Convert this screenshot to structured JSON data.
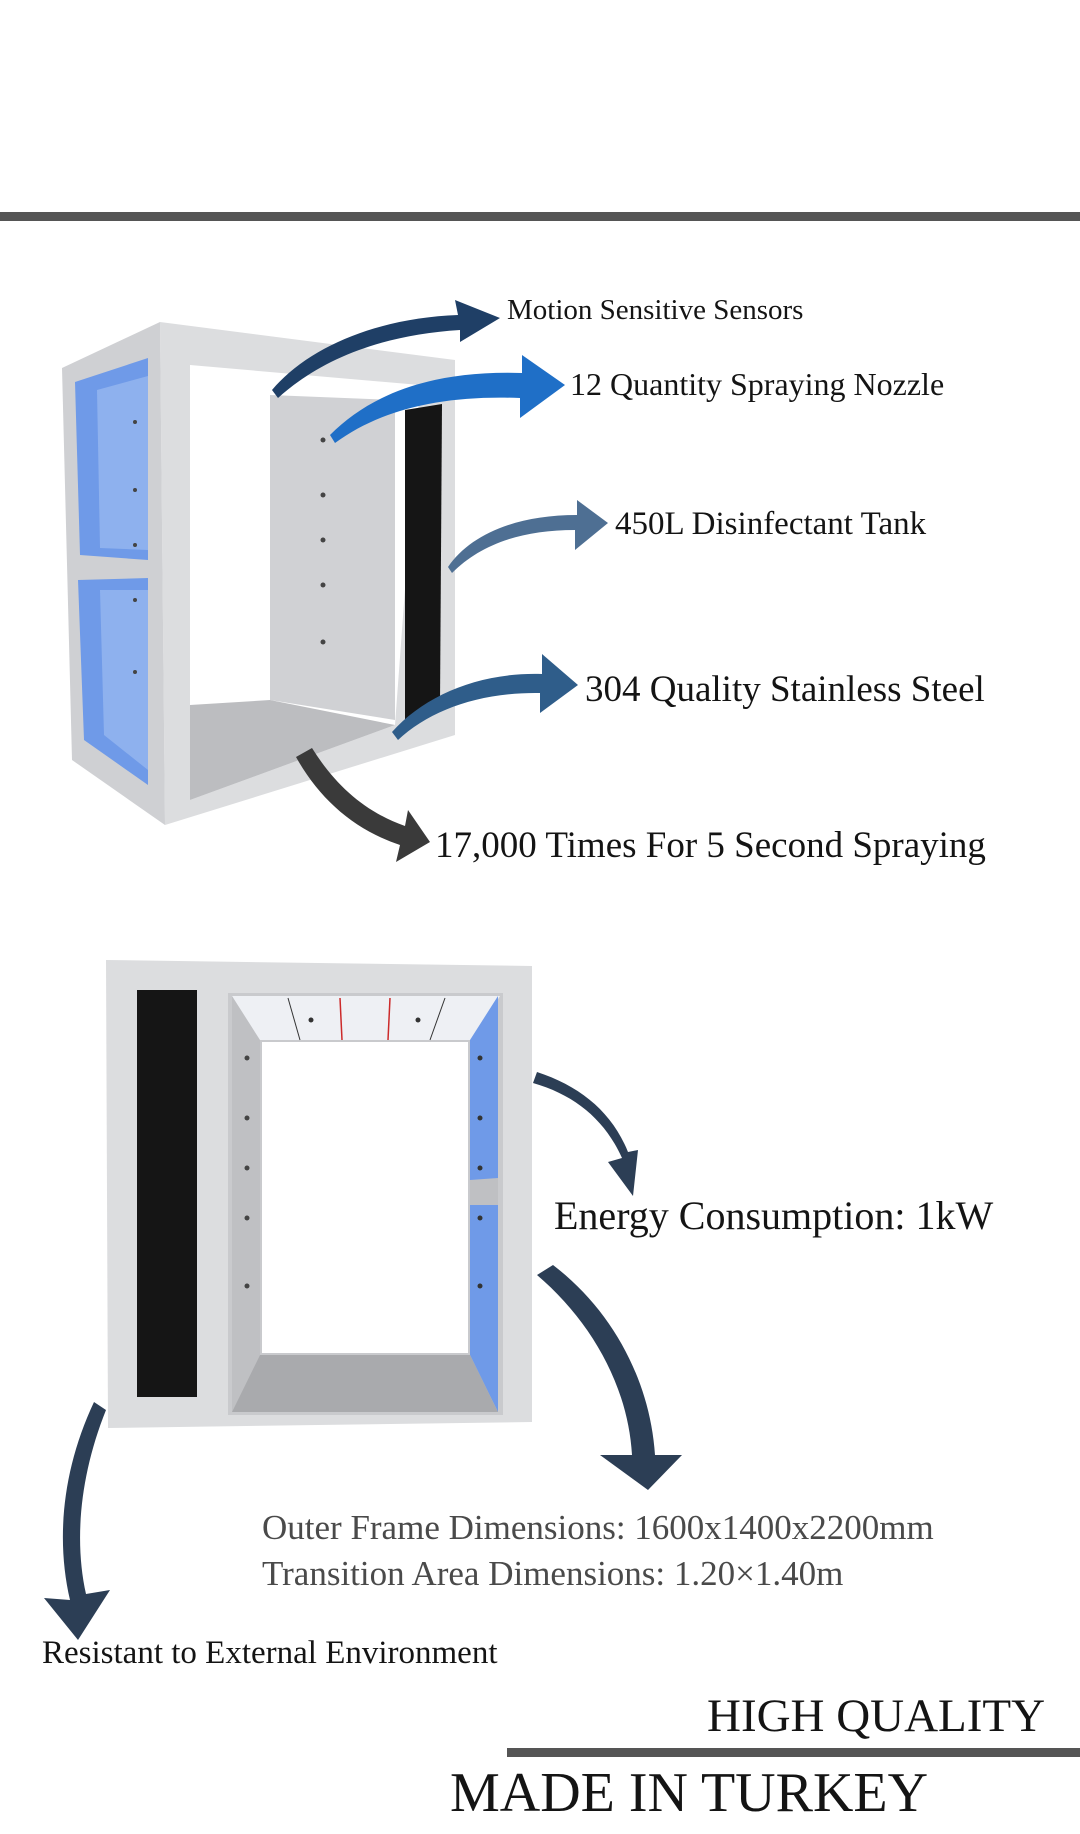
{
  "top_features": {
    "motion_sensors": "Motion Sensitive Sensors",
    "spraying_nozzle": "12 Quantity Spraying Nozzle",
    "disinfectant_tank": "450L Disinfectant Tank",
    "stainless_steel": "304 Quality Stainless Steel",
    "spraying_times": "17,000 Times For 5 Second Spraying"
  },
  "bottom_features": {
    "energy": "Energy Consumption: 1kW",
    "outer_frame": "Outer Frame Dimensions: 1600x1400x2200mm",
    "transition_area": "Transition Area Dimensions: 1.20×1.40m",
    "resistant": "Resistant to External Environment"
  },
  "footer": {
    "high_quality": "HIGH QUALITY",
    "made_in": "MADE IN TURKEY"
  },
  "icons": [
    "arrow-icon"
  ],
  "colors": {
    "rule": "#555555",
    "arrow_navy": "#1f3f66",
    "arrow_blue": "#1f6fc7",
    "arrow_slate": "#4e6f93",
    "arrow_dark": "#3a3a3a",
    "panel_blue": "#6f9ae8",
    "frame_gray": "#d6d7d9"
  }
}
